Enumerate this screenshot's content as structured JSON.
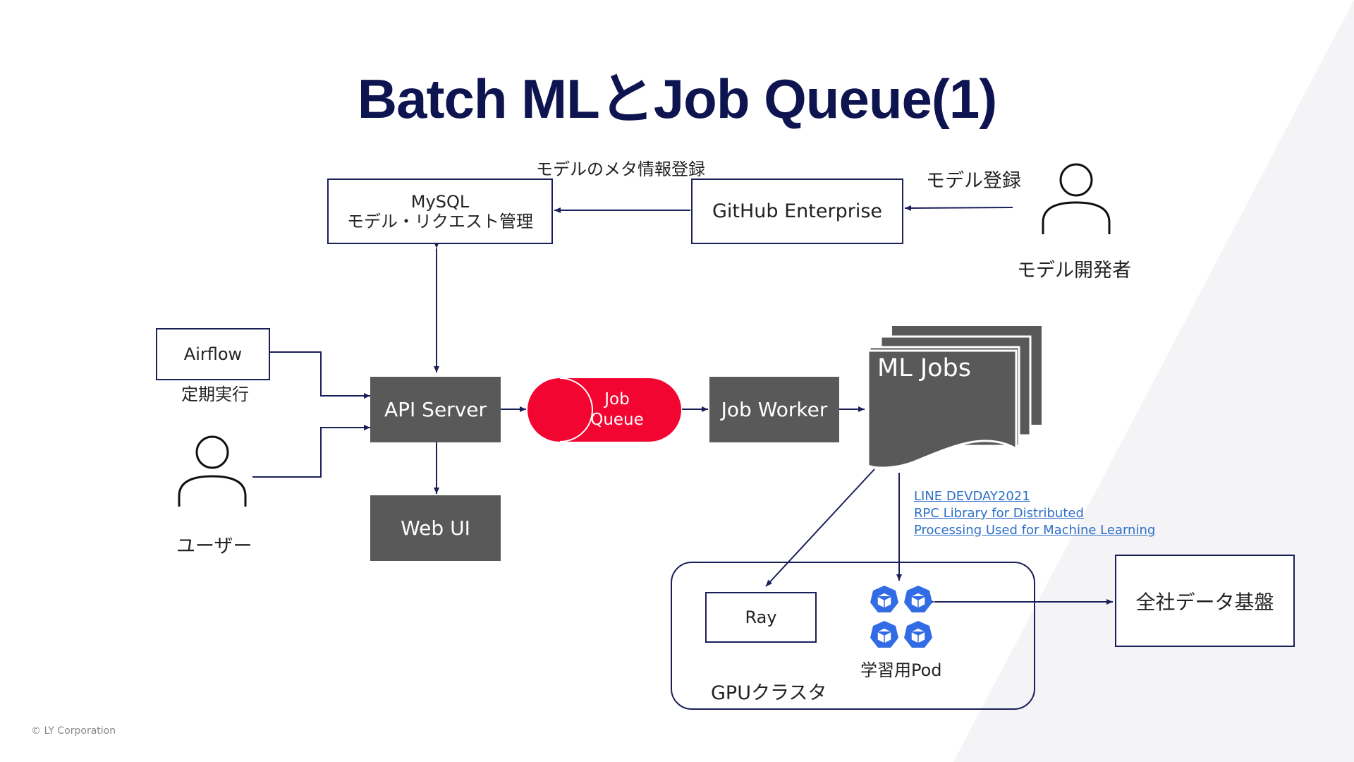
{
  "title": "Batch MLとJob Queue(1)",
  "nodes": {
    "mysql": {
      "line1": "MySQL",
      "line2": "モデル・リクエスト管理"
    },
    "github": "GitHub Enterprise",
    "airflow": "Airflow",
    "api_server": "API Server",
    "job_queue": {
      "line1": "Job",
      "line2": "Queue"
    },
    "job_worker": "Job Worker",
    "ml_jobs": "ML Jobs",
    "web_ui": "Web UI",
    "ray": "Ray",
    "company_data": "全社データ基盤",
    "training_pod": "学習用Pod",
    "gpu_cluster": "GPUクラスタ"
  },
  "labels": {
    "meta_register": "モデルのメタ情報登録",
    "model_register": "モデル登録",
    "model_developer": "モデル開発者",
    "periodic_run": "定期実行",
    "user": "ユーザー"
  },
  "reference_links": [
    "LINE DEVDAY2021",
    "RPC Library for Distributed",
    "Processing Used for Machine Learning"
  ],
  "footer": "© LY Corporation",
  "colors": {
    "title": "#0d1450",
    "border": "#1a1f5a",
    "dark_box": "#595959",
    "queue": "#f20530",
    "k8s": "#326ce5",
    "link": "#2e6fc7"
  },
  "icons": {
    "person": "person-icon",
    "kubernetes_pod": "kubernetes-pod-icon"
  }
}
